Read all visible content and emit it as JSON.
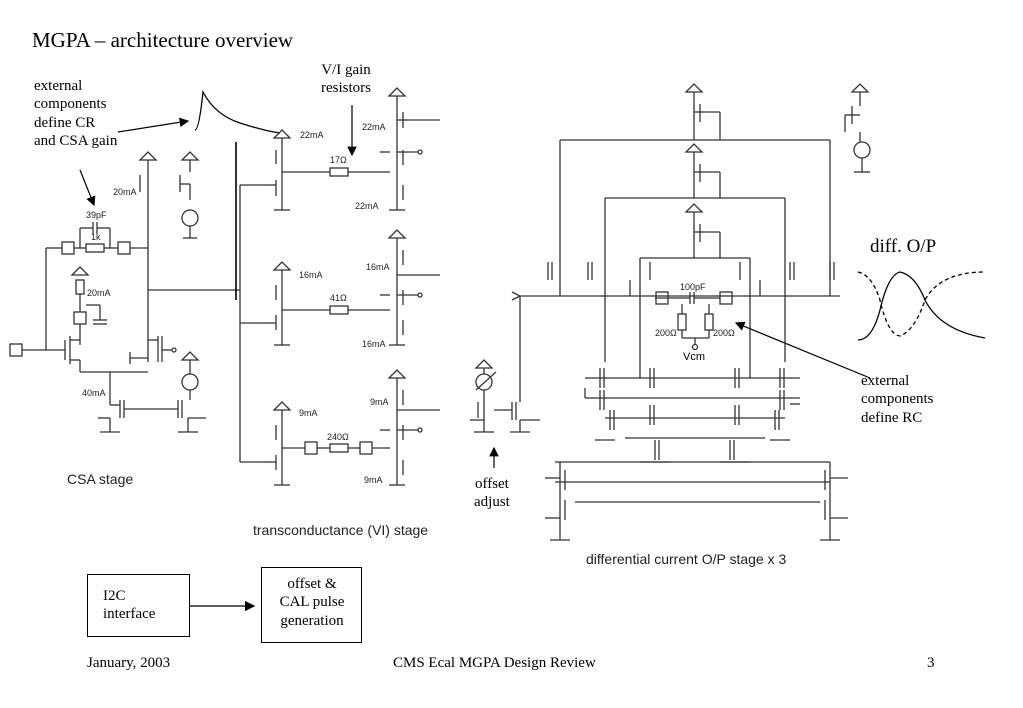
{
  "title": "MGPA – architecture overview",
  "annotations": {
    "external_cr_csa": [
      "external",
      "components",
      "define CR",
      "and CSA gain"
    ],
    "vi_gain": [
      "V/I gain",
      "resistors"
    ],
    "diff_op": "diff. O/P",
    "external_rc": [
      "external",
      "components",
      "define RC"
    ],
    "offset_adjust": [
      "offset",
      "adjust"
    ]
  },
  "captions": {
    "csa": "CSA stage",
    "transconductance": "transconductance  (VI) stage",
    "differential": "differential current O/P stage x 3"
  },
  "component_labels": {
    "csa_20ma_top": "20mA",
    "csa_39pf": "39pF",
    "csa_1k": "1k",
    "csa_20ma_mid": "20mA",
    "csa_40ma": "40mA",
    "vi_22ma_a": "22mA",
    "vi_22ma_b": "22mA",
    "vi_22ma_c": "22mA",
    "vi_17ohm": "17Ω",
    "vi_16ma_a": "16mA",
    "vi_16ma_b": "16mA",
    "vi_16ma_c": "16mA",
    "vi_41ohm": "41Ω",
    "vi_9ma_a": "9mA",
    "vi_9ma_b": "9mA",
    "vi_9ma_c": "9mA",
    "vi_240ohm": "240Ω",
    "diff_100pf": "100pF",
    "diff_200ohm_l": "200Ω",
    "diff_200ohm_r": "200Ω",
    "diff_vcm": "Vcm"
  },
  "blocks": {
    "i2c": [
      "I2C",
      "interface"
    ],
    "offset_cal": [
      "offset &",
      "CAL pulse",
      "generation"
    ]
  },
  "footer": {
    "date": "January, 2003",
    "center": "CMS Ecal MGPA Design Review",
    "page": "3"
  }
}
